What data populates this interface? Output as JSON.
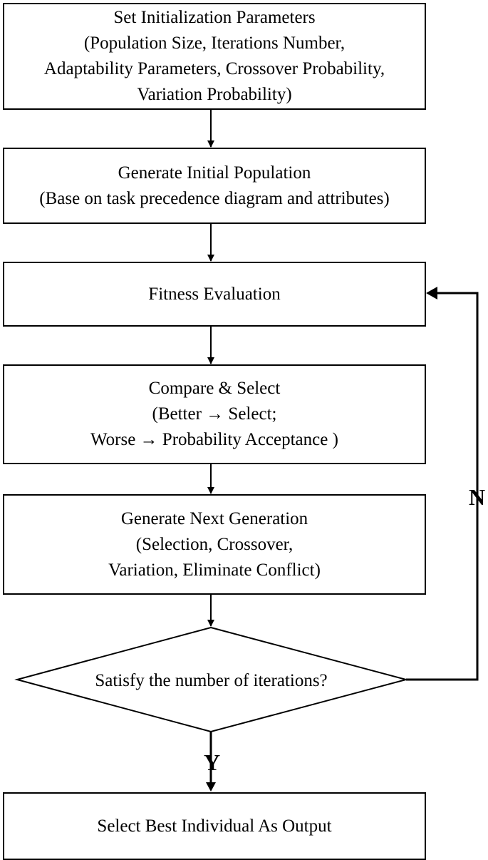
{
  "steps": {
    "init": {
      "title": "Set Initialization Parameters",
      "lines": [
        "(Population Size, Iterations Number,",
        "Adaptability Parameters, Crossover Probability,",
        "Variation Probability)"
      ]
    },
    "generate_initial": {
      "title": "Generate Initial Population",
      "lines": [
        "(Base on task precedence diagram and attributes)"
      ]
    },
    "fitness": {
      "title": "Fitness Evaluation"
    },
    "compare": {
      "title": "Compare & Select",
      "lines": [
        "(Better → Select;",
        "Worse → Probability Acceptance )"
      ]
    },
    "next_generation": {
      "title": "Generate Next Generation",
      "lines": [
        "(Selection, Crossover,",
        "Variation, Eliminate Conflict)"
      ]
    },
    "decision": {
      "text": "Satisfy the number of iterations?"
    },
    "output": {
      "title": "Select Best Individual As Output"
    }
  },
  "edges": {
    "no_label": "N",
    "yes_label": "Y"
  }
}
